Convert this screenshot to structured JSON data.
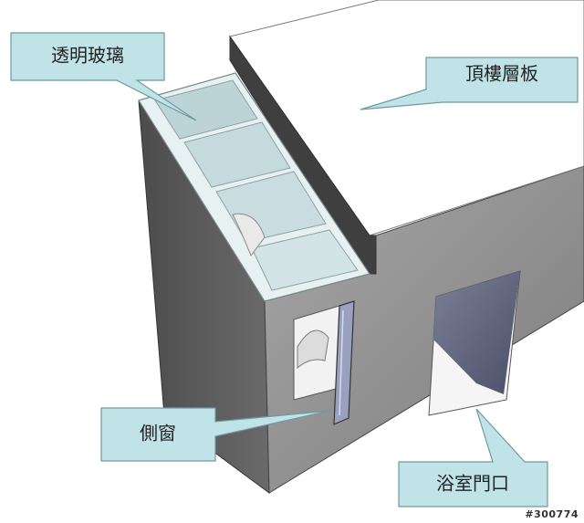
{
  "callouts": {
    "glass": "透明玻璃",
    "roof": "頂樓層板",
    "side_window": "側窗",
    "bathroom_door": "浴室門口"
  },
  "watermark": "#300774",
  "colors": {
    "callout_fill": "#bfe3e6",
    "callout_stroke": "#6f9aa0",
    "wall_front": "#8e8e8e",
    "wall_side": "#5e5e5e",
    "roof": "#ffffff",
    "glass": "#cfe4e6"
  }
}
